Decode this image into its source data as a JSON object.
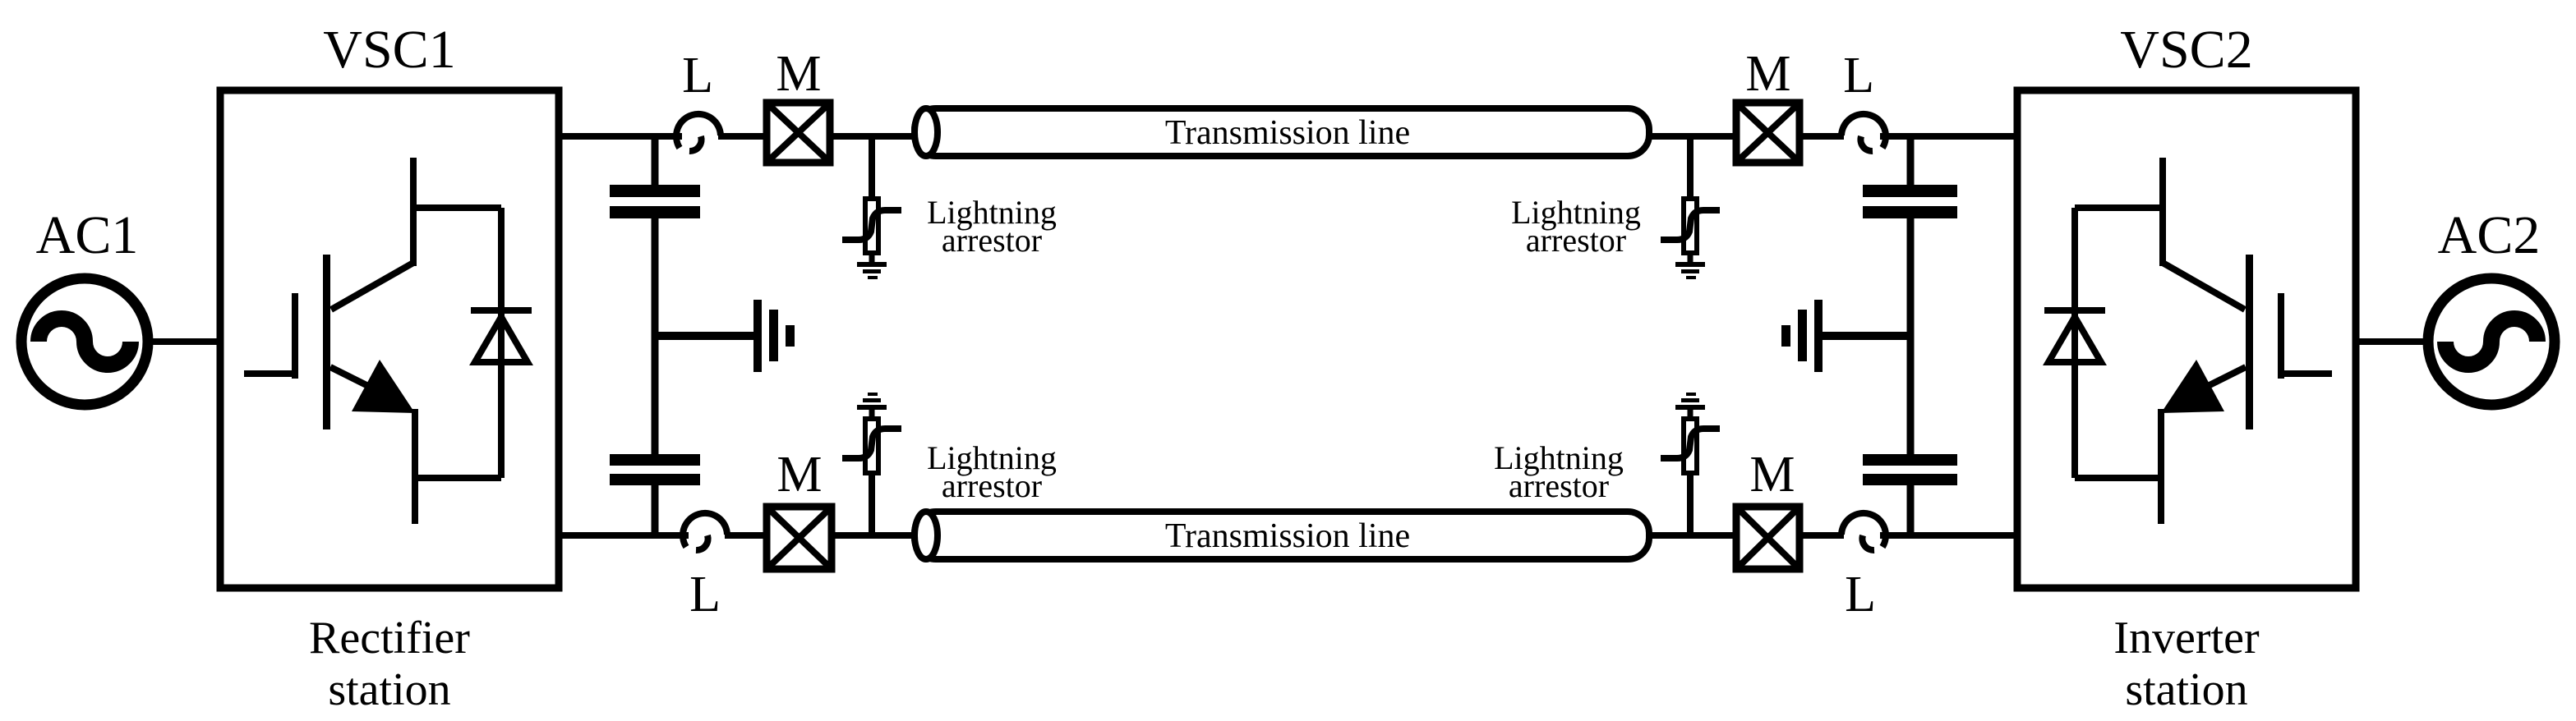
{
  "labels": {
    "ac1": "AC1",
    "vsc1": "VSC1",
    "rectifier_line1": "Rectifier",
    "rectifier_line2": "station",
    "ac2": "AC2",
    "vsc2": "VSC2",
    "inverter_line1": "Inverter",
    "inverter_line2": "station",
    "inductor": "L",
    "measurement": "M",
    "transmission_line": "Transmission line",
    "arrestor_line1": "Lightning",
    "arrestor_line2": "arrestor"
  },
  "colors": {
    "stroke": "#000000",
    "background": "#ffffff"
  }
}
